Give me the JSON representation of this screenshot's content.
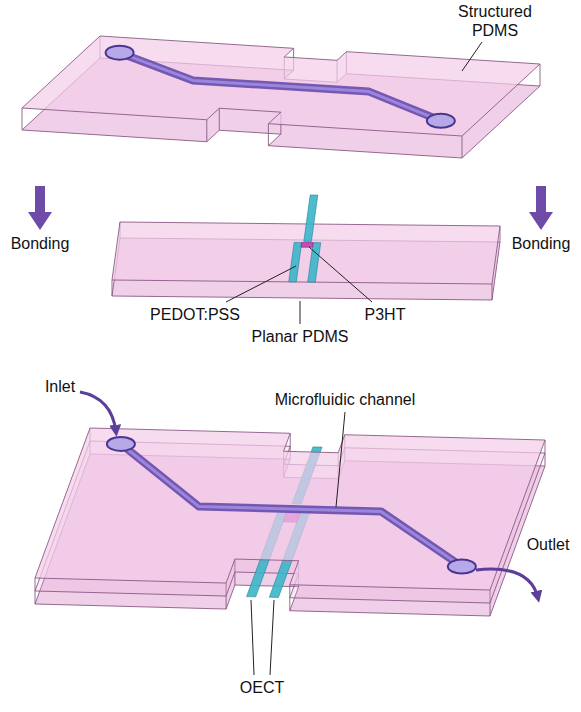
{
  "diagram": {
    "labels": [
      "Structured PDMS",
      "Bonding",
      "Bonding",
      "PEDOT:PSS",
      "P3HT",
      "Planar PDMS",
      "Inlet",
      "Microfluidic channel",
      "Outlet",
      "OECT"
    ]
  }
}
